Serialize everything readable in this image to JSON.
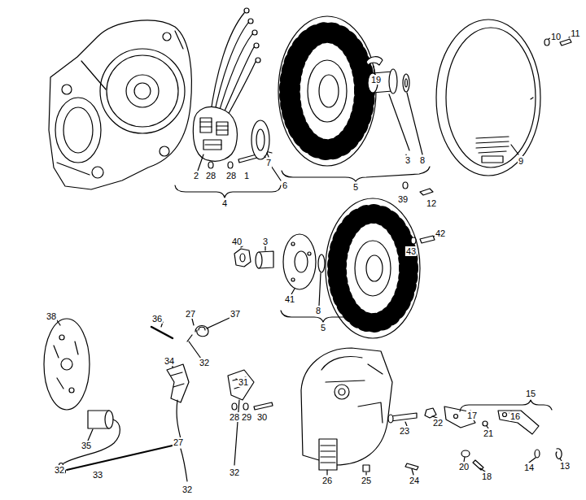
{
  "diagram": {
    "labels": [
      "10",
      "11",
      "19",
      "3",
      "8",
      "9",
      "2",
      "28",
      "28",
      "1",
      "7",
      "6",
      "5",
      "39",
      "12",
      "4",
      "40",
      "3",
      "42",
      "43",
      "41",
      "8",
      "5",
      "38",
      "36",
      "27",
      "37",
      "32",
      "34",
      "31",
      "28",
      "29",
      "30",
      "15",
      "17",
      "16",
      "22",
      "23",
      "21",
      "35",
      "27",
      "20",
      "14",
      "13",
      "18",
      "33",
      "32",
      "26",
      "25",
      "24",
      "32",
      "32"
    ]
  }
}
